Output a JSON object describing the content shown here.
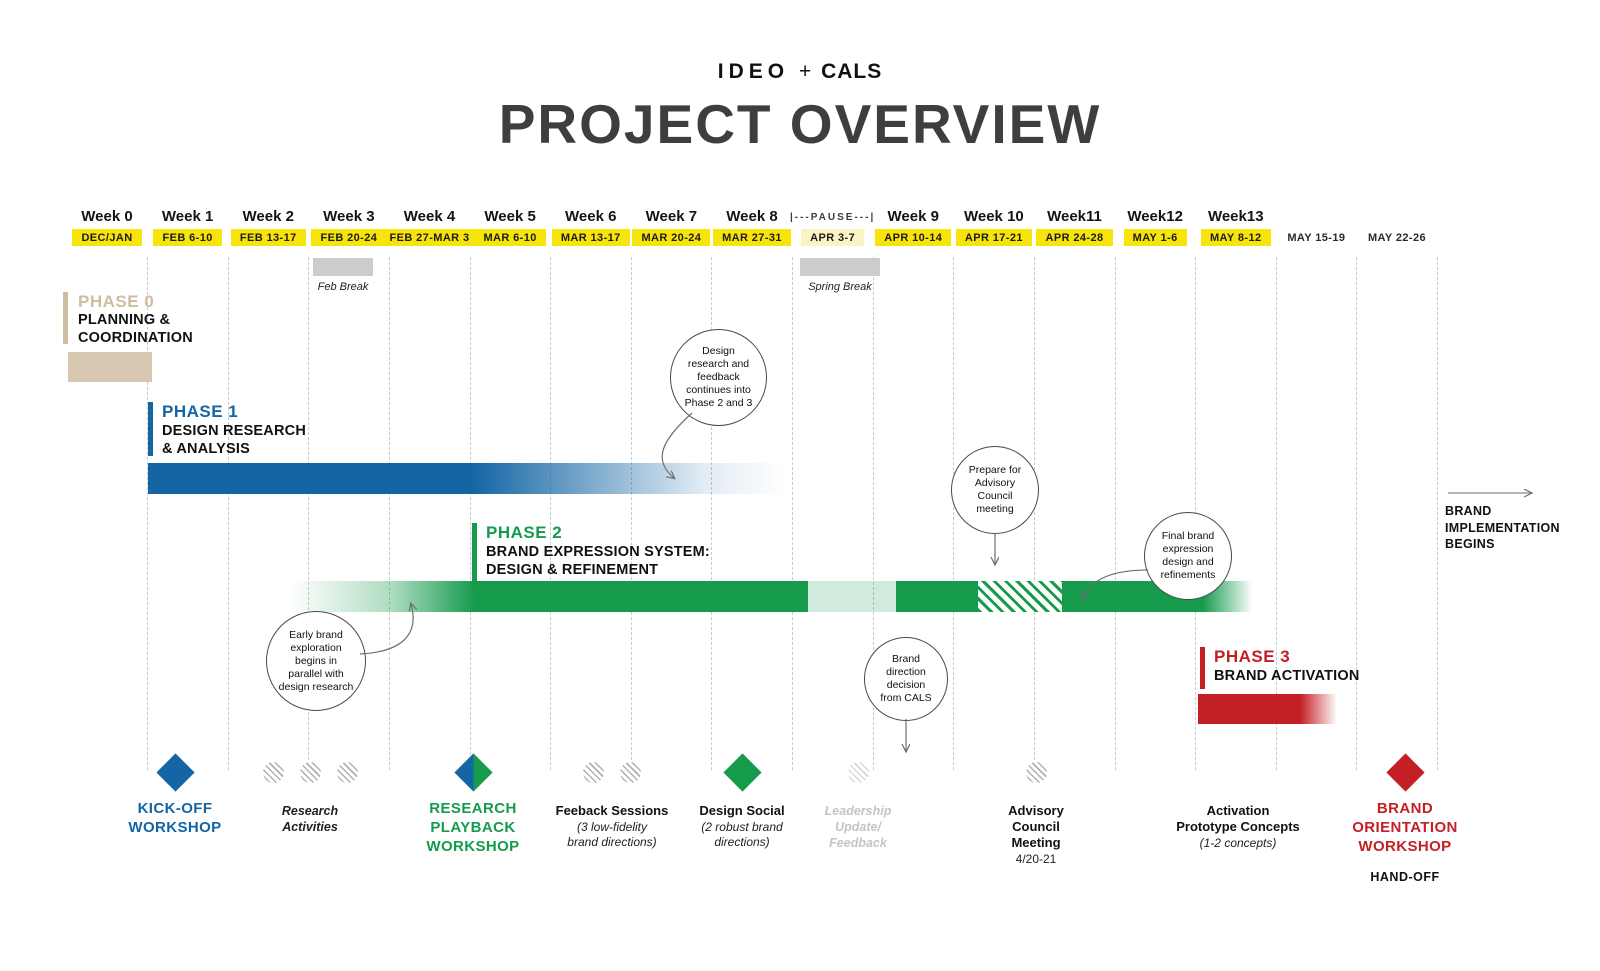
{
  "header": {
    "brand": "IDEO",
    "brand_plus": "+",
    "partner": "CALS",
    "title": "PROJECT OVERVIEW"
  },
  "timeline": {
    "weeks": [
      {
        "label": "Week 0",
        "date": "DEC/JAN",
        "style": "yellow"
      },
      {
        "label": "Week 1",
        "date": "FEB 6-10",
        "style": "yellow"
      },
      {
        "label": "Week 2",
        "date": "FEB 13-17",
        "style": "yellow"
      },
      {
        "label": "Week 3",
        "date": "FEB 20-24",
        "style": "yellow"
      },
      {
        "label": "Week 4",
        "date": "FEB 27-MAR 3",
        "style": "yellow"
      },
      {
        "label": "Week 5",
        "date": "MAR 6-10",
        "style": "yellow"
      },
      {
        "label": "Week 6",
        "date": "MAR 13-17",
        "style": "yellow"
      },
      {
        "label": "Week 7",
        "date": "MAR 20-24",
        "style": "yellow"
      },
      {
        "label": "Week 8",
        "date": "MAR 27-31",
        "style": "yellow"
      },
      {
        "label": "|---PAUSE---|",
        "date": "APR 3-7",
        "style": "pause"
      },
      {
        "label": "Week 9",
        "date": "APR 10-14",
        "style": "yellow"
      },
      {
        "label": "Week 10",
        "date": "APR 17-21",
        "style": "yellow"
      },
      {
        "label": "Week11",
        "date": "APR 24-28",
        "style": "yellow"
      },
      {
        "label": "Week12",
        "date": "MAY 1-6",
        "style": "yellow"
      },
      {
        "label": "Week13",
        "date": "MAY 8-12",
        "style": "yellow"
      },
      {
        "label": "",
        "date": "MAY 15-19",
        "style": "plain"
      },
      {
        "label": "",
        "date": "MAY 22-26",
        "style": "plain"
      }
    ],
    "breaks": [
      {
        "label": "Feb Break"
      },
      {
        "label": "Spring Break"
      }
    ]
  },
  "phases": [
    {
      "name": "PHASE 0",
      "desc": "PLANNING &\nCOORDINATION"
    },
    {
      "name": "PHASE 1",
      "desc": "DESIGN RESEARCH\n& ANALYSIS"
    },
    {
      "name": "PHASE 2",
      "desc": "BRAND EXPRESSION SYSTEM:\nDESIGN & REFINEMENT"
    },
    {
      "name": "PHASE 3",
      "desc": "BRAND ACTIVATION"
    }
  ],
  "callouts": [
    {
      "text": "Design research and feedback continues into Phase 2 and 3"
    },
    {
      "text": "Early brand exploration begins in parallel with design research"
    },
    {
      "text": "Prepare for Advisory Council meeting"
    },
    {
      "text": "Final brand expression design and refinements"
    },
    {
      "text": "Brand direction decision from CALS"
    }
  ],
  "milestones": [
    {
      "id": "kickoff-workshop",
      "marker": "diamond",
      "marker_color": "blue",
      "label": "KICK-OFF\nWORKSHOP",
      "label_style": "big-blue"
    },
    {
      "id": "research-activities",
      "marker": "circles",
      "count": 3,
      "label": "Research\nActivities",
      "label_style": "italic"
    },
    {
      "id": "research-playback-workshop",
      "marker": "diamond",
      "marker_color": "blue-green",
      "label": "RESEARCH\nPLAYBACK\nWORKSHOP",
      "label_style": "big-green"
    },
    {
      "id": "feedback-sessions",
      "marker": "circles",
      "count": 2,
      "title": "Feeback Sessions",
      "sub": "(3 low-fidelity\nbrand directions)"
    },
    {
      "id": "design-social",
      "marker": "diamond",
      "marker_color": "green",
      "title": "Design Social",
      "sub": "(2 robust brand\ndirections)"
    },
    {
      "id": "leadership-update-feedback",
      "marker": "circles",
      "count": 1,
      "light": true,
      "label": "Leadership\nUpdate/\nFeedback",
      "label_style": "gray"
    },
    {
      "id": "advisory-council-meeting",
      "marker": "circles",
      "count": 1,
      "title": "Advisory\nCouncil\nMeeting",
      "sub2": "4/20-21"
    },
    {
      "id": "activation-prototype-concepts",
      "marker": "none",
      "title": "Activation\nPrototype Concepts",
      "sub": "(1-2 concepts)"
    },
    {
      "id": "brand-orientation-workshop",
      "marker": "diamond",
      "marker_color": "red",
      "label": "BRAND\nORIENTATION\nWORKSHOP",
      "label_style": "big-red",
      "footer": "HAND-OFF"
    }
  ],
  "right_note": {
    "text": "BRAND\nIMPLEMENTATION\nBEGINS"
  },
  "colors": {
    "yellow": "#F7E40A",
    "pale_yellow": "#FAF4C4",
    "blue": "#1365A4",
    "green": "#169B4D",
    "red": "#C32026",
    "tan": "#D9C8B1",
    "tan_text": "#CFBD9F",
    "gray_break": "#CCCCCC",
    "gray_light": "#C4C4C4",
    "title": "#3E3E3E"
  }
}
